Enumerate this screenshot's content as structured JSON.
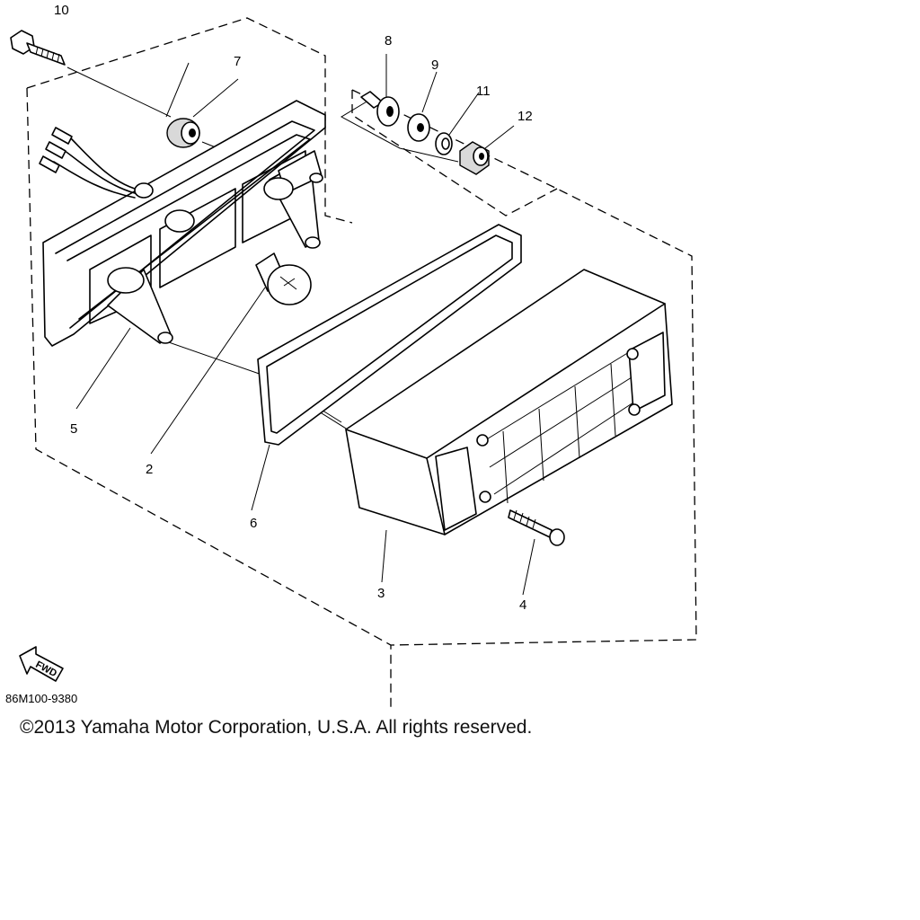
{
  "diagram": {
    "part_code": "86M100-9380",
    "fwd_label": "FWD",
    "callouts": [
      "10",
      "7",
      "8",
      "9",
      "11",
      "12",
      "5",
      "2",
      "6",
      "3",
      "4"
    ]
  },
  "footer": {
    "copyright": "©2013 Yamaha Motor Corporation, U.S.A. All rights reserved."
  }
}
